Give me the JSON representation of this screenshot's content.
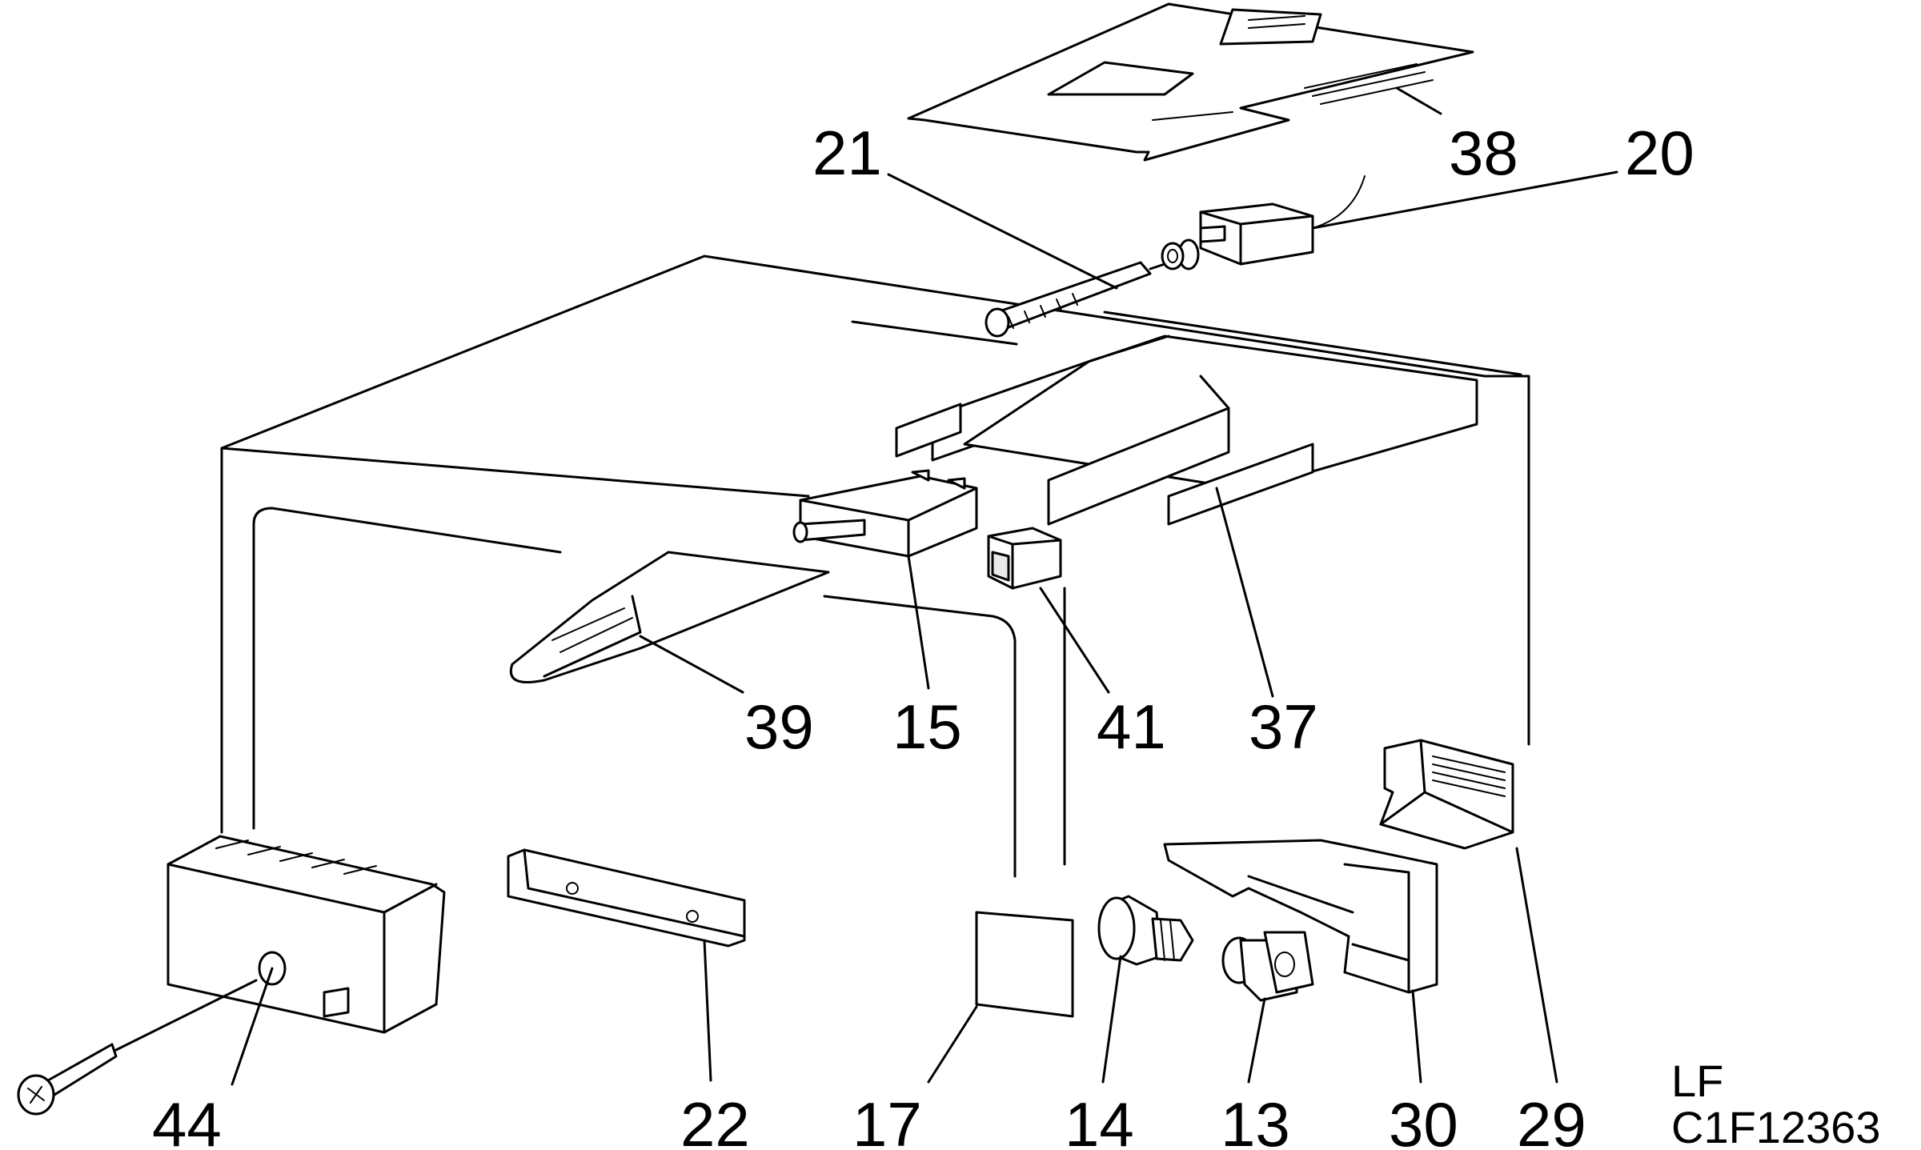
{
  "callouts": {
    "c21": "21",
    "c38": "38",
    "c20": "20",
    "c39": "39",
    "c15": "15",
    "c41": "41",
    "c37": "37",
    "c44": "44",
    "c22": "22",
    "c17": "17",
    "c14": "14",
    "c13": "13",
    "c30": "30",
    "c29": "29"
  },
  "drawing_code": {
    "line1": "LF",
    "line2": "C1F12363"
  }
}
